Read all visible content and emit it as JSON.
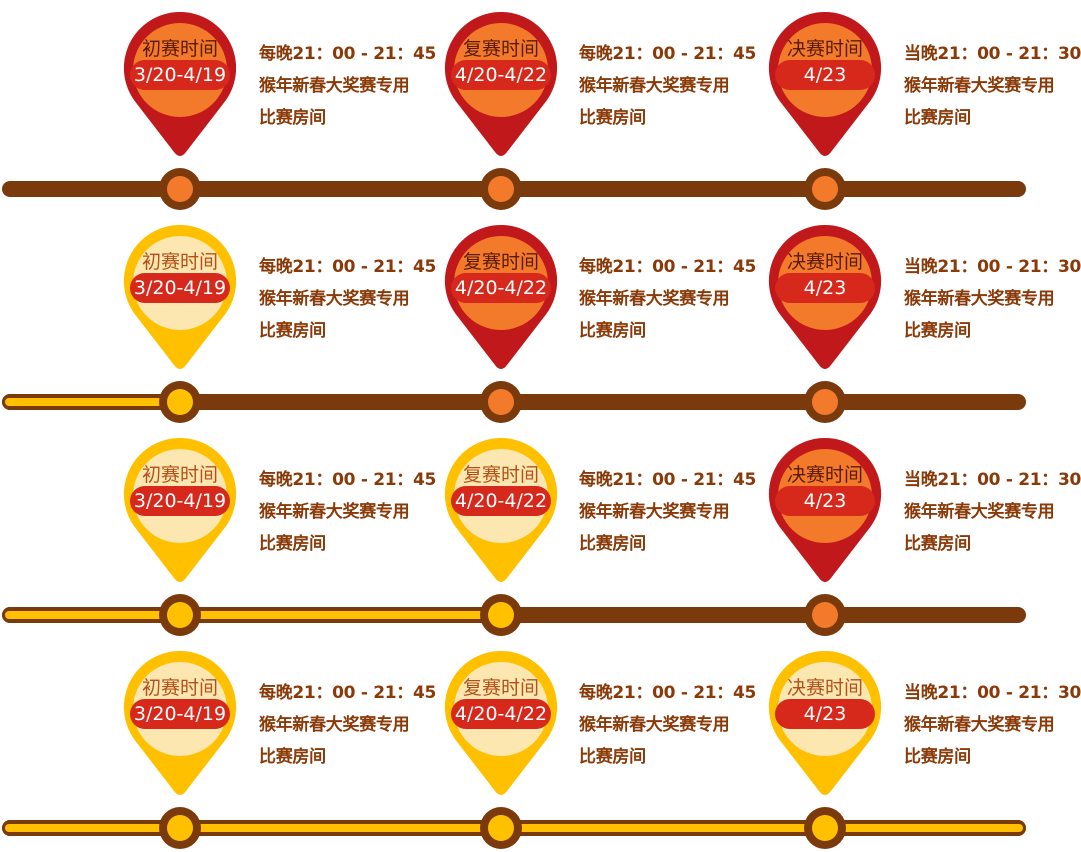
{
  "colors": {
    "track_dark": "#7a3a0c",
    "track_fill": "#ffc000",
    "pin_active_outer": "#c0181b",
    "pin_active_inner": "#f37a2a",
    "pin_done_outer": "#ffc000",
    "pin_done_inner": "#fde7b0",
    "date_pill": "#d7281c",
    "info_text": "#8a3a08"
  },
  "stages": [
    {
      "title": "初赛时间",
      "date": "3/20-4/19",
      "info": [
        "每晚21：00 - 21：45",
        "猴年新春大奖赛专用",
        "比赛房间"
      ]
    },
    {
      "title": "复赛时间",
      "date": "4/20-4/22",
      "info": [
        "每晚21：00 - 21：45",
        "猴年新春大奖赛专用",
        "比赛房间"
      ]
    },
    {
      "title": "决赛时间",
      "date": "4/23",
      "info": [
        "当晚21：00 - 21：30",
        "猴年新春大奖赛专用",
        "比赛房间"
      ]
    }
  ],
  "rows": [
    {
      "completed_stages": 0
    },
    {
      "completed_stages": 1
    },
    {
      "completed_stages": 2
    },
    {
      "completed_stages": 3
    }
  ]
}
